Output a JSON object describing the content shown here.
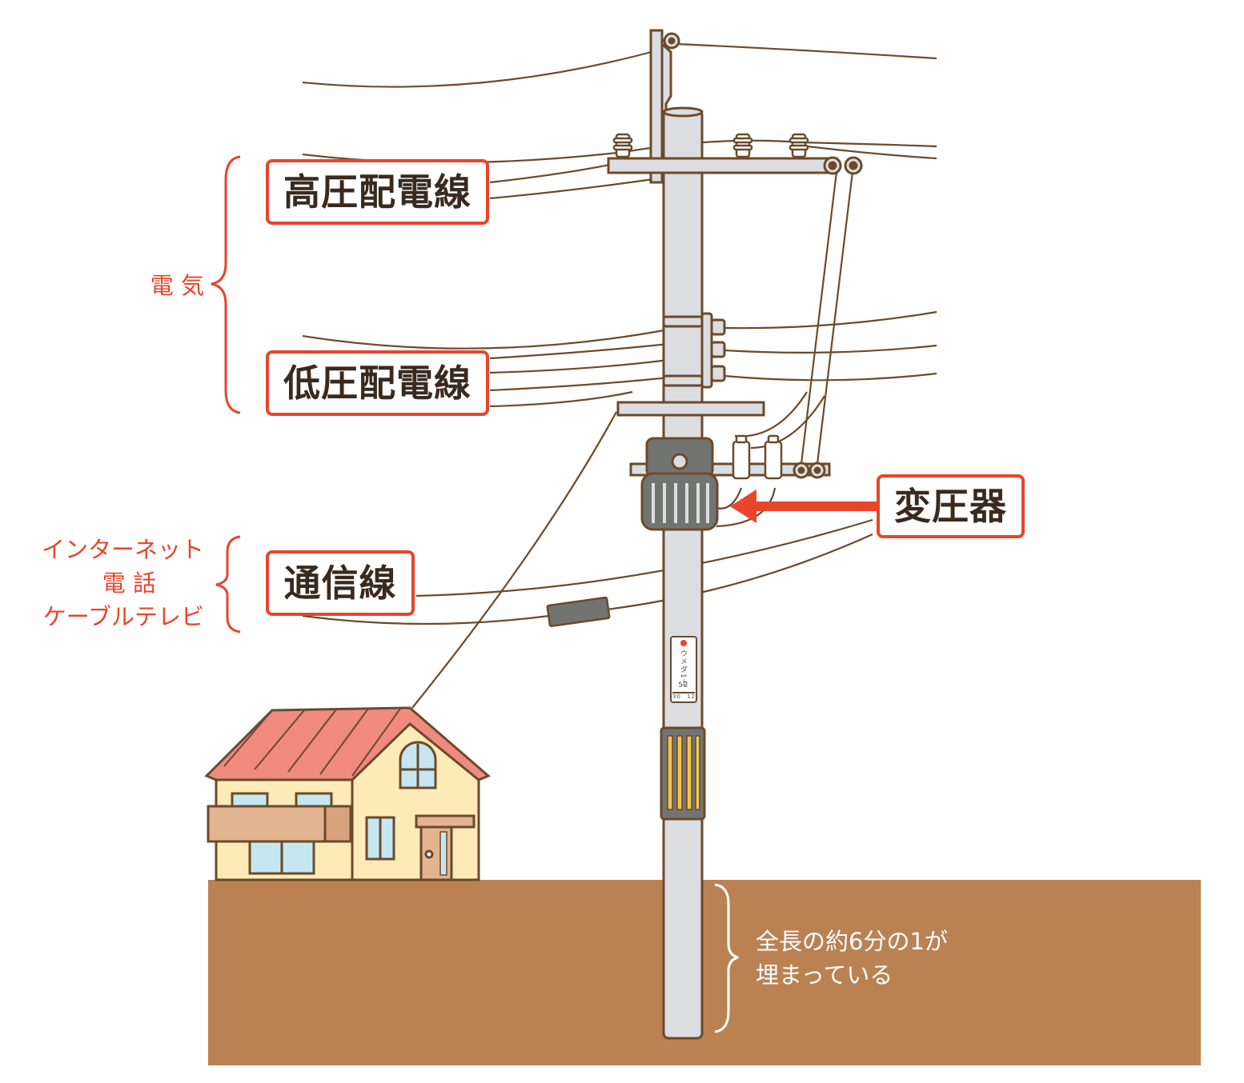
{
  "labels": {
    "high_voltage": "高圧配電線",
    "low_voltage": "低圧配電線",
    "transformer": "変圧器",
    "communication": "通信線"
  },
  "groups": {
    "electricity": "電 気",
    "comm_lines": [
      "インターネット",
      "電 話",
      "ケーブルテレビ"
    ]
  },
  "ground_note": [
    "全長の約6分の1が",
    "埋まっている"
  ],
  "pole_plate": {
    "text": "ウメダ1上",
    "number": "52",
    "codes": [
      "30",
      "12"
    ]
  },
  "colors": {
    "accent": "#e8452c",
    "ground": "#ba8253",
    "pole": "#dcdde0",
    "outline": "#6b4a2b",
    "roof": "#f08a7e",
    "wall": "#fdebb7",
    "transformer": "#727472"
  }
}
